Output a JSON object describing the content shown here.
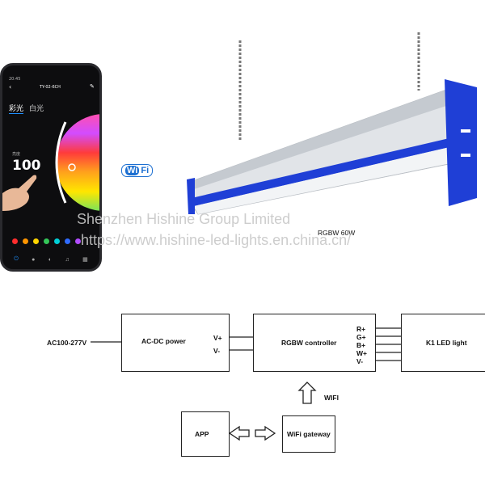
{
  "phone": {
    "status_time": "20:45",
    "device_name": "TY-02-6CH",
    "tab_color": "彩光",
    "tab_white": "白光",
    "brightness_label": "亮度",
    "brightness_value": "100",
    "swatch_colors": [
      "#ff2d2d",
      "#ff9500",
      "#ffd400",
      "#34c759",
      "#00d0d8",
      "#2f6bff",
      "#b14cff"
    ]
  },
  "wifi_logo": {
    "part1": "Wi",
    "part2": "Fi"
  },
  "product_label": "RGBW  60W",
  "watermark": {
    "line1": "Shenzhen Hishine Group Limited",
    "line2": "https://www.hishine-led-lights.en.china.cn/"
  },
  "diagram": {
    "input_label": "AC100-277V",
    "acdc_label": "AC-DC power",
    "acdc_pins": [
      "V+",
      "V-"
    ],
    "controller_label": "RGBW  controller",
    "controller_pins": [
      "R+",
      "G+",
      "B+",
      "W+",
      "V-"
    ],
    "light_label": "K1   LED  light",
    "wifi_label": "WIFI",
    "app_label": "APP",
    "gateway_label": "WiFi gateway"
  },
  "colors": {
    "blue_cap": "#1f3fd6",
    "fixture": "#d9dde2"
  }
}
